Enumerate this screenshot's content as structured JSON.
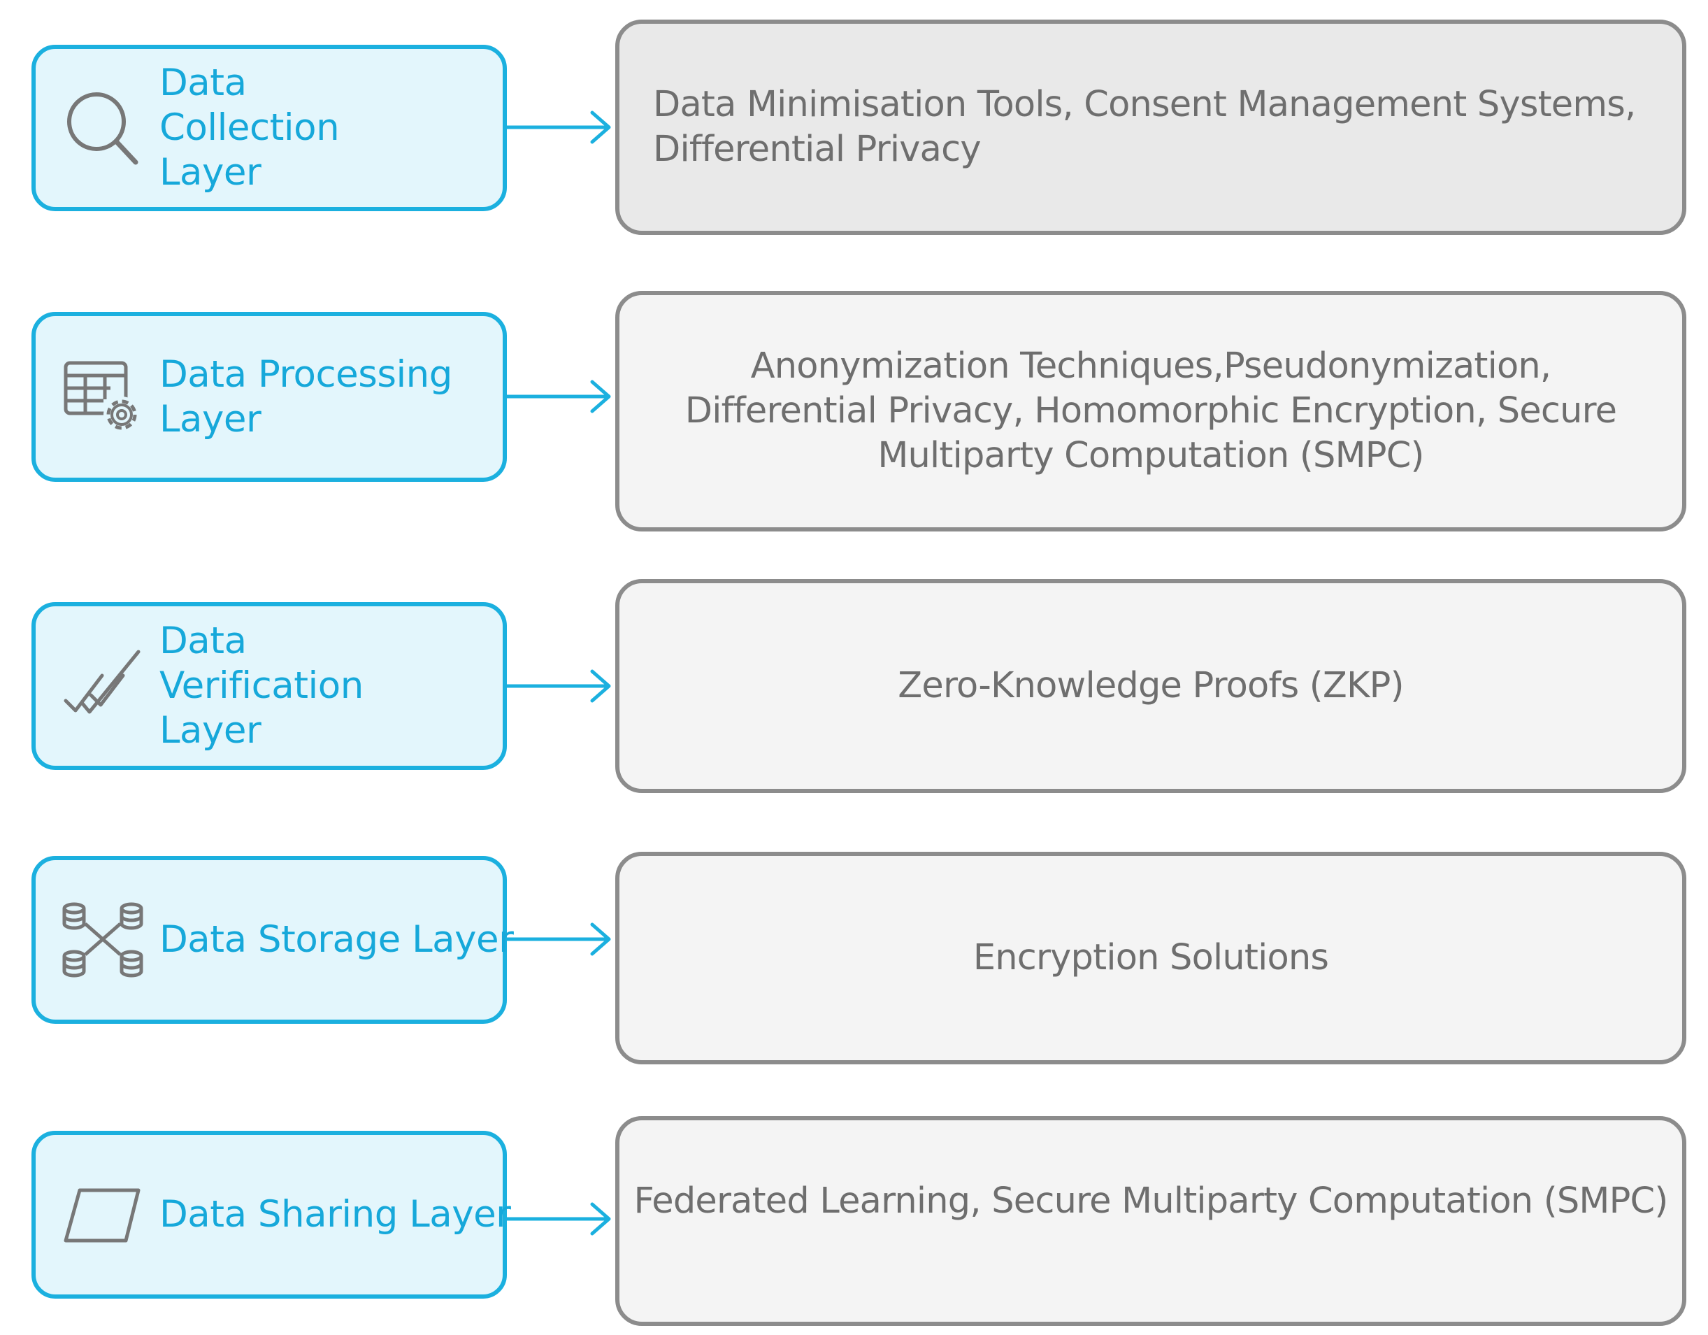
{
  "colors": {
    "layer_border": "#1bb0df",
    "layer_fill": "#e3f6fc",
    "layer_text": "#16a8da",
    "detail_border": "#8c8c8c",
    "detail_fill": "#f4f4f4",
    "detail_fill_highlight": "#e9e9e9",
    "detail_text": "#6e6e6e",
    "icon_color": "#777777"
  },
  "rows": [
    {
      "layer": "Data Collection Layer",
      "icon": "search-icon",
      "detail": "Data Minimisation Tools, Consent Management Systems, Differential Privacy"
    },
    {
      "layer": "Data Processing Layer",
      "icon": "table-gear-icon",
      "detail": "Anonymization Techniques,Pseudonymization, Differential Privacy, Homomorphic Encryption, Secure Multiparty Computation (SMPC)"
    },
    {
      "layer": "Data Verification Layer",
      "icon": "double-check-icon",
      "detail": "Zero-Knowledge Proofs (ZKP)"
    },
    {
      "layer": "Data Storage Layer",
      "icon": "database-network-icon",
      "detail": "Encryption Solutions"
    },
    {
      "layer": "Data Sharing Layer",
      "icon": "parallelogram-icon",
      "detail": "Federated Learning, Secure Multiparty Computation (SMPC)"
    }
  ]
}
